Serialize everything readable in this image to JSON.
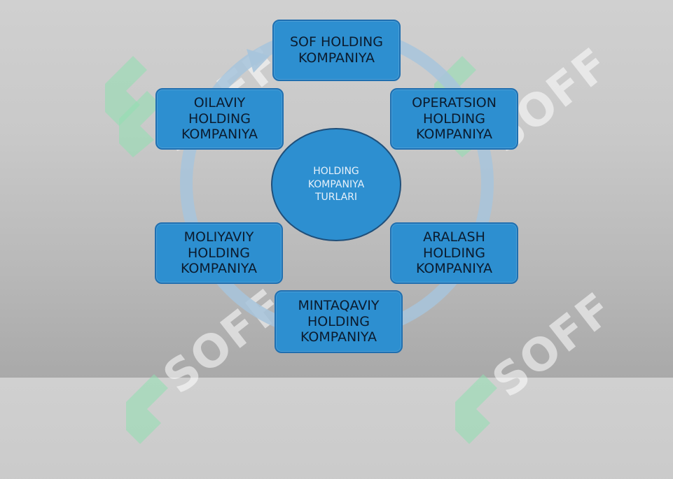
{
  "watermark": {
    "text": "SOFF",
    "logo_color": "#8fe0b0"
  },
  "diagram": {
    "center": {
      "label": "HOLDING\nKOMPANIYA\nTURLARI"
    },
    "nodes": [
      {
        "id": "sof",
        "label": "SOF HOLDING\nKOMPANIYA"
      },
      {
        "id": "operatsion",
        "label": "OPERATSION\nHOLDING\nKOMPANIYA"
      },
      {
        "id": "aralash",
        "label": "ARALASH\nHOLDING\nKOMPANIYA"
      },
      {
        "id": "mintaqaviy",
        "label": "MINTAQAVIY\nHOLDING\nKOMPANIYA"
      },
      {
        "id": "moliyaviy",
        "label": "MOLIYAVIY\nHOLDING\nKOMPANIYA"
      },
      {
        "id": "oilaviy",
        "label": "OILAVIY\nHOLDING\nKOMPANIYA"
      }
    ]
  },
  "colors": {
    "node_fill": "#2d8fd0",
    "ring": "#a7c4dc",
    "background": "#c4c4c4"
  }
}
